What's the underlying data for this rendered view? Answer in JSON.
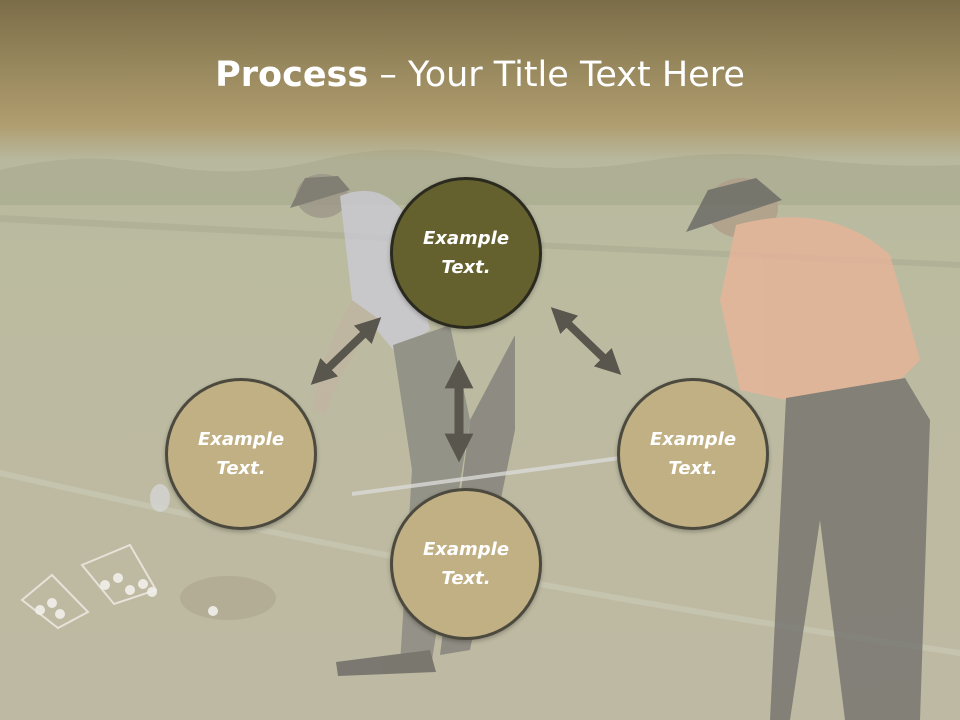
{
  "title": {
    "bold_part": "Process",
    "rest_part": " – Your Title Text Here"
  },
  "nodes": {
    "top": "Example Text.",
    "left": "Example Text.",
    "right": "Example Text.",
    "bottom": "Example Text."
  },
  "colors": {
    "center_node": "#65612f",
    "outer_node": "#c1b084",
    "arrow": "#58564d",
    "title_band": "#9a8a5f"
  }
}
